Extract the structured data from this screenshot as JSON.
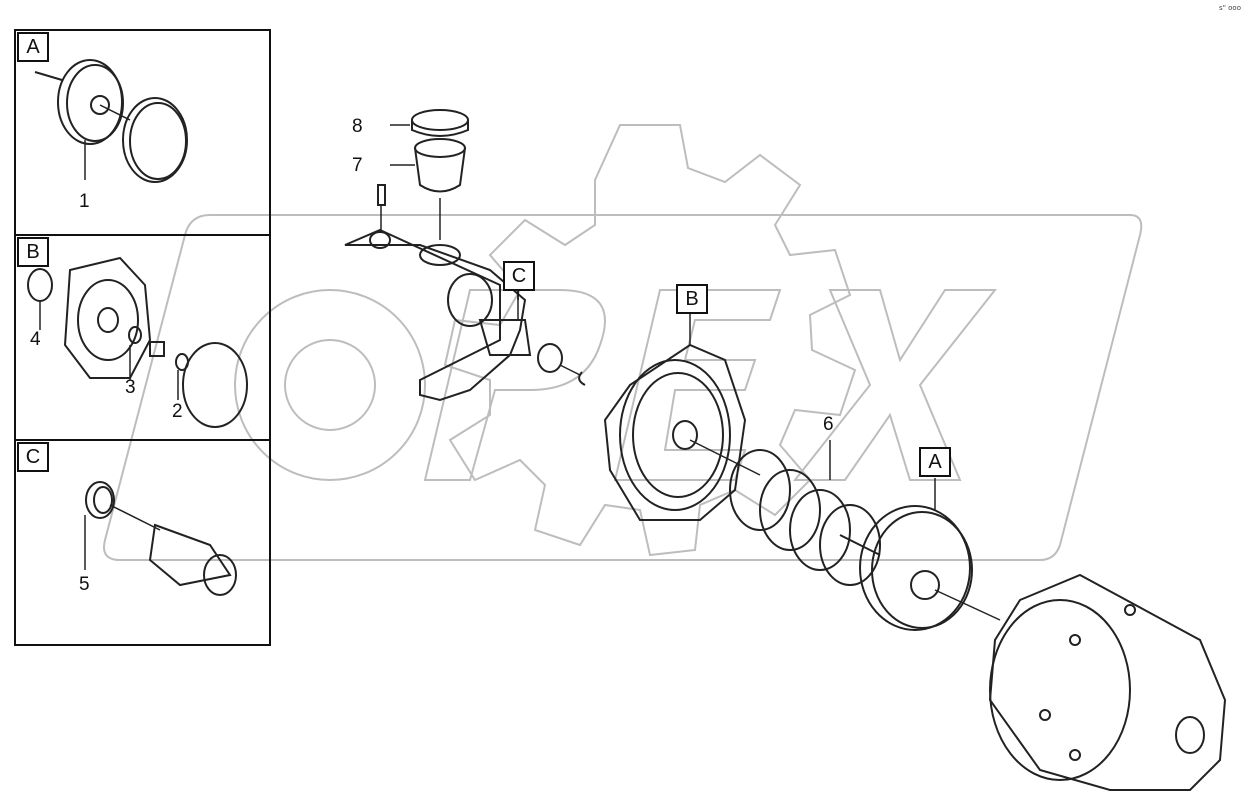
{
  "corner_code": "s\" ooo",
  "insets": [
    {
      "letter": "A",
      "part_number": "1"
    },
    {
      "letter": "B",
      "part_numbers": [
        "4",
        "3",
        "2"
      ]
    },
    {
      "letter": "C",
      "part_number": "5"
    }
  ],
  "main_callouts": {
    "c": "C",
    "b": "B",
    "a": "A"
  },
  "part_labels": {
    "p8": "8",
    "p7": "7",
    "p6": "6"
  },
  "watermark": "OPEX"
}
